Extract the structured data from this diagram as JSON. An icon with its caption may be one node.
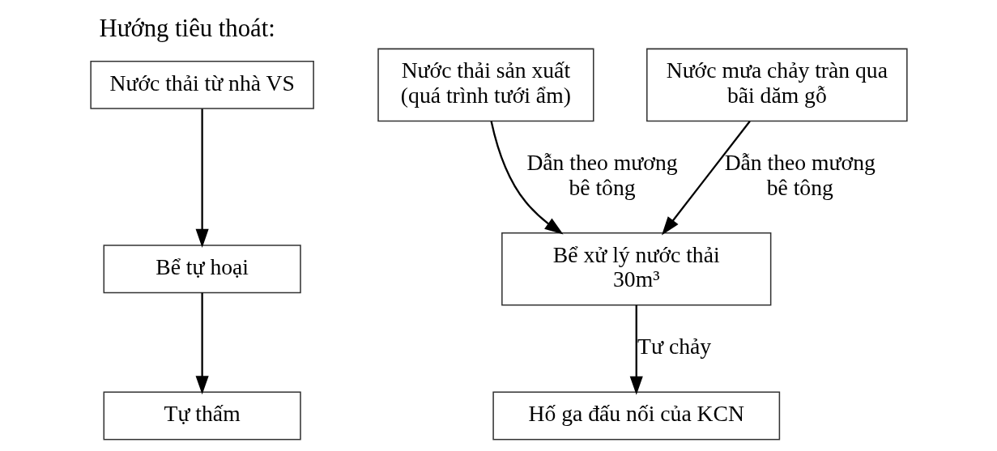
{
  "diagram": {
    "title": "Hướng tiêu thoát:",
    "nodes": [
      {
        "text": [
          "Nước thải từ nhà VS"
        ]
      },
      {
        "text": [
          "Bể tự hoại"
        ]
      },
      {
        "text": [
          "Tự thấm"
        ]
      },
      {
        "text": [
          "Nước thải sản xuất (quá trình tưới ẩm)"
        ]
      },
      {
        "text": [
          "Nước mưa chảy tràn qua bãi dăm gỗ"
        ]
      },
      {
        "text": [
          "Bể xử lý nước thải 30m³"
        ]
      },
      {
        "text": [
          "Hố ga đấu nối của KCN"
        ]
      }
    ],
    "edges": [
      {
        "from": 0,
        "to": 1,
        "arrow": "to"
      },
      {
        "from": 1,
        "to": 2,
        "arrow": "to"
      },
      {
        "from": 3,
        "to": 5,
        "arrow": "to",
        "label": "Dẫn theo mương bê tông"
      },
      {
        "from": 4,
        "to": 5,
        "arrow": "to",
        "label": "Dẫn theo mương bê tông"
      },
      {
        "from": 5,
        "to": 6,
        "arrow": "to",
        "label": "Tư chảy"
      }
    ]
  }
}
